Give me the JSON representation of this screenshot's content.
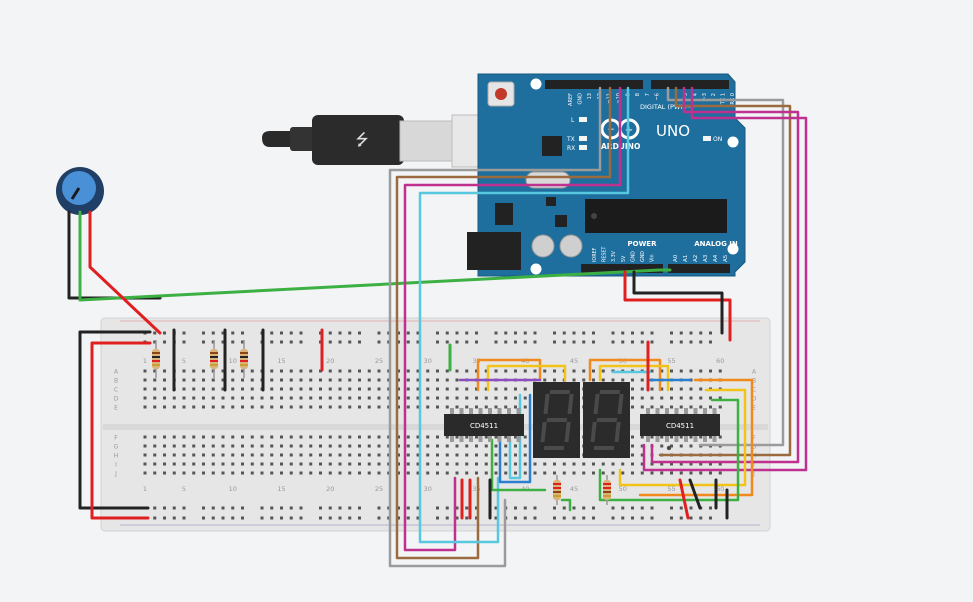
{
  "arduino": {
    "brand": "ARDUINO",
    "model": "UNO",
    "on_label": "ON",
    "tx_label": "TX",
    "rx_label": "RX",
    "l_label": "L",
    "digital_label": "DIGITAL (PWM~)",
    "power_label": "POWER",
    "analog_label": "ANALOG IN",
    "top_pins": [
      "AREF",
      "GND",
      "13",
      "12",
      "~11",
      "~10",
      "~9",
      "8",
      "7",
      "~6",
      "~5",
      "4",
      "~3",
      "2",
      "TX 1",
      "RX 0"
    ],
    "power_pins": [
      "IOREF",
      "RESET",
      "3.3V",
      "5V",
      "GND",
      "GND",
      "Vin"
    ],
    "analog_pins": [
      "A0",
      "A1",
      "A2",
      "A3",
      "A4",
      "A5"
    ]
  },
  "breadboard": {
    "col_numbers": [
      "1",
      "5",
      "10",
      "15",
      "20",
      "25",
      "30",
      "35",
      "40",
      "45",
      "50",
      "55",
      "60"
    ],
    "row_letters_top": [
      "A",
      "B",
      "C",
      "D",
      "E"
    ],
    "row_letters_bottom": [
      "F",
      "G",
      "H",
      "I",
      "J"
    ]
  },
  "chips": [
    {
      "label": "CD4511"
    },
    {
      "label": "CD4511"
    }
  ],
  "colors": {
    "board_blue": "#1f6f9e",
    "breadboard": "#e6e6e6",
    "wire_red": "#e02020",
    "wire_black": "#222222",
    "wire_green": "#3cb043",
    "wire_orange": "#f08a1c",
    "wire_yellow": "#f2c41a",
    "wire_brown": "#9b6a3e",
    "wire_magenta": "#c0308f",
    "wire_cyan": "#58c7e0",
    "wire_gray": "#9b9b9b",
    "wire_purple": "#8b4ec0",
    "wire_blue": "#2c7fd0"
  }
}
